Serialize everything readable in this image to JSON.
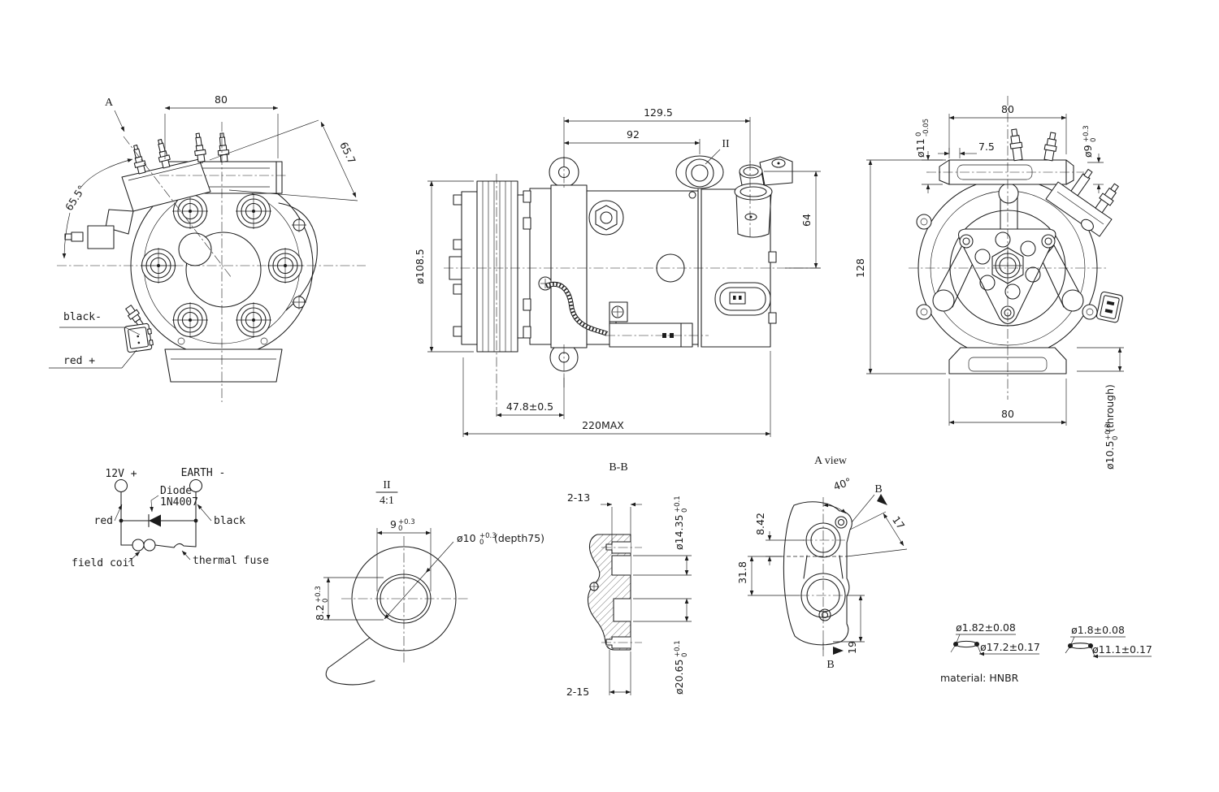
{
  "colors": {
    "line": "#1c1c1c",
    "background": "#ffffff"
  },
  "drawing": {
    "rear_view": {
      "view_label": "A",
      "dim_width_top": "80",
      "dim_diagonal": "65.7",
      "dim_angle": "65.5°",
      "label_black": "black-",
      "label_red": "red +"
    },
    "side_view": {
      "dim_overall_top": "129.5",
      "dim_ear_span": "92",
      "detail_mark": "II",
      "dim_pulley_dia": "ø108.5",
      "dim_port_height": "64",
      "dim_pulley_offset": "47.8±0.5",
      "dim_overall_length": "220MAX"
    },
    "front_view": {
      "dim_width_top": "80",
      "dim_shaft": {
        "base": "ø11",
        "tol_up": "0",
        "tol_dn": "-0.05"
      },
      "dim_offset": "7.5",
      "dim_boss": {
        "base": "ø9",
        "tol_up": "+0.3",
        "tol_dn": "0"
      },
      "dim_height": "128",
      "dim_width_bottom": "80",
      "dim_mount_hole": {
        "base": "ø10.5",
        "tol_up": "+0.3",
        "tol_dn": "0",
        "suffix": "(through)"
      }
    },
    "circuit": {
      "terminal_12v": "12V +",
      "terminal_earth": "EARTH -",
      "diode_name": "Diode",
      "diode_part": "1N4007",
      "wire_red": "red",
      "wire_black": "black",
      "label_field_coil": "field coil",
      "label_thermal_fuse": "thermal fuse"
    },
    "detail_ii": {
      "title": "II",
      "scale": "4:1",
      "dim_width": {
        "base": "9",
        "tol_up": "+0.3",
        "tol_dn": "0"
      },
      "dim_bore": {
        "base": "ø10",
        "tol_up": "+0.3",
        "tol_dn": "0",
        "suffix": "(depth75)"
      },
      "dim_height": {
        "base": "8.2",
        "tol_up": "+0.3",
        "tol_dn": "0"
      }
    },
    "section_bb": {
      "title": "B-B",
      "dim_holes_top": "2-13",
      "dim_bore_small": {
        "base": "ø14.35",
        "tol_up": "+0.1",
        "tol_dn": "0"
      },
      "dim_bore_large": {
        "base": "ø20.65",
        "tol_up": "+0.1",
        "tol_dn": "0"
      },
      "dim_holes_bottom": "2-15"
    },
    "a_view": {
      "title": "A view",
      "dim_angle": "40°",
      "section_label_top": "B",
      "section_label_bottom": "B",
      "dim_span": "17",
      "dim_port_offset": "8.42",
      "dim_port_pitch": "31.8",
      "dim_edge": "19"
    },
    "orings": {
      "left": {
        "cross_section": "ø1.82±0.08",
        "outer_dia": "ø17.2±0.17"
      },
      "right": {
        "cross_section": "ø1.8±0.08",
        "outer_dia": "ø11.1±0.17"
      },
      "material_note": "material: HNBR"
    }
  }
}
